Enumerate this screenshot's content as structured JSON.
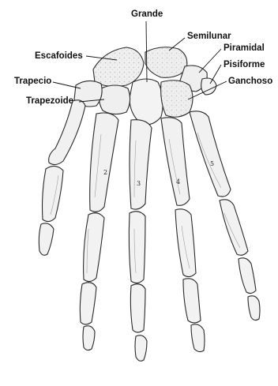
{
  "labels": {
    "grande": "Grande",
    "semilunar": "Semilunar",
    "escafoides": "Escafoides",
    "piramidal": "Piramidal",
    "trapecio": "Trapecio",
    "pisiforme": "Pisiforme",
    "trapezoide": "Trapezoide",
    "ganchoso": "Ganchoso"
  },
  "metacarpal_numbers": [
    "2",
    "3",
    "4",
    "5"
  ],
  "colors": {
    "bone_fill": "#f1f1f1",
    "bone_outline": "#2a2a2a",
    "shading": "#8a8a8a",
    "label_text": "#111111",
    "leader_line": "#111111"
  }
}
